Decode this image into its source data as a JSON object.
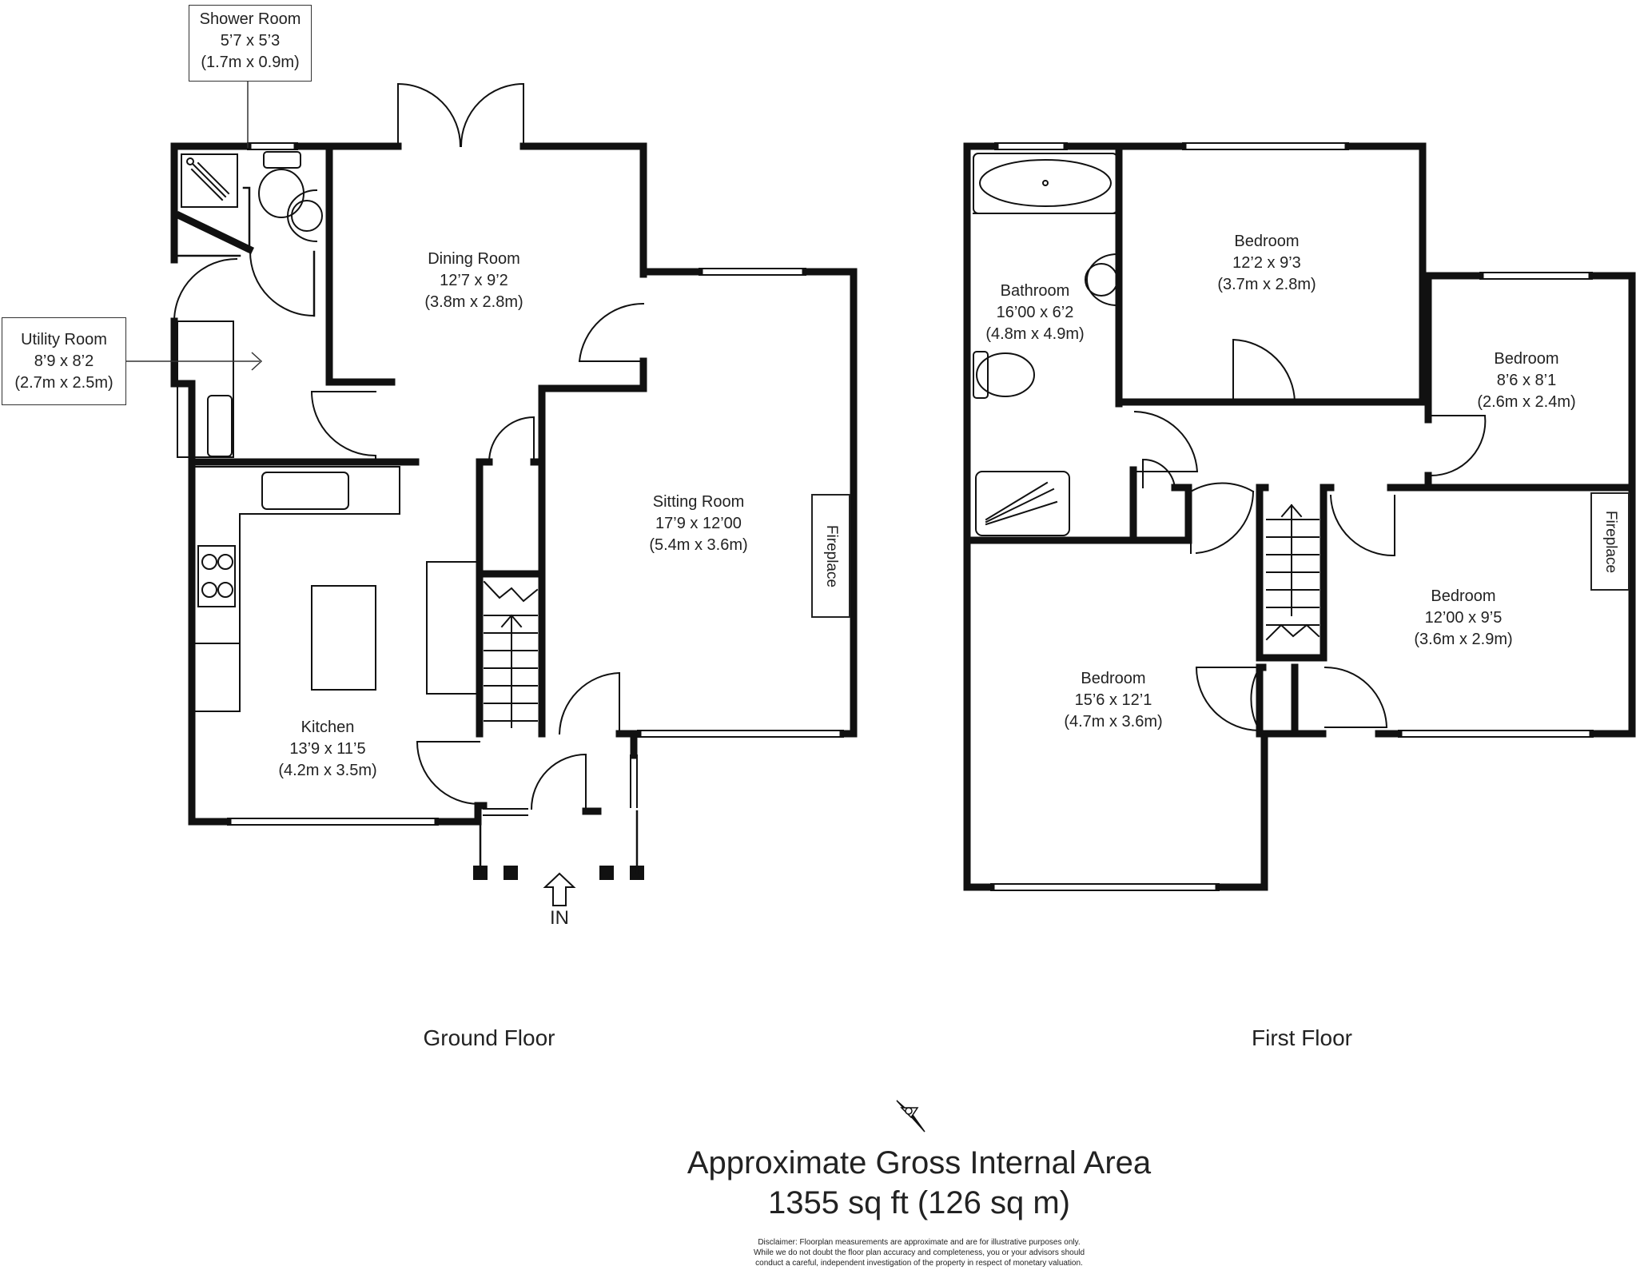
{
  "ground_floor": {
    "label": "Ground Floor",
    "rooms": {
      "shower_room": {
        "name": "Shower Room",
        "size_imperial": "5’7 x 5’3",
        "size_metric": "(1.7m x 0.9m)"
      },
      "utility_room": {
        "name": "Utility Room",
        "size_imperial": "8’9  x 8’2",
        "size_metric": "(2.7m x 2.5m)"
      },
      "dining_room": {
        "name": "Dining Room",
        "size_imperial": "12’7 x 9’2",
        "size_metric": "(3.8m x 2.8m)"
      },
      "sitting_room": {
        "name": "Sitting Room",
        "size_imperial": "17’9 x 12’00",
        "size_metric": "(5.4m x 3.6m)"
      },
      "kitchen": {
        "name": "Kitchen",
        "size_imperial": "13’9 x 11’5",
        "size_metric": "(4.2m x 3.5m)"
      }
    },
    "fireplace": "Fireplace",
    "entrance": "IN"
  },
  "first_floor": {
    "label": "First Floor",
    "rooms": {
      "bathroom": {
        "name": "Bathroom",
        "size_imperial": "16’00 x 6’2",
        "size_metric": "(4.8m x 4.9m)"
      },
      "bedroom_1": {
        "name": "Bedroom",
        "size_imperial": "12’2 x 9’3",
        "size_metric": "(3.7m x 2.8m)"
      },
      "bedroom_2": {
        "name": "Bedroom",
        "size_imperial": "8’6 x 8’1",
        "size_metric": "(2.6m x 2.4m)"
      },
      "bedroom_3": {
        "name": "Bedroom",
        "size_imperial": "12’00 x 9’5",
        "size_metric": "(3.6m x 2.9m)"
      },
      "bedroom_4": {
        "name": "Bedroom",
        "size_imperial": "15’6 x 12’1",
        "size_metric": "(4.7m x 3.6m)"
      }
    },
    "fireplace": "Fireplace"
  },
  "area": {
    "line1": "Approximate Gross Internal Area",
    "line2": "1355 sq ft (126 sq m)"
  },
  "disclaimer": {
    "line1": "Disclaimer: Floorplan measurements are approximate and are for illustrative purposes only.",
    "line2": "While we do not doubt the floor plan accuracy and completeness, you or your advisors should",
    "line3": "conduct a careful, independent investigation of the property in respect of monetary valuation."
  }
}
